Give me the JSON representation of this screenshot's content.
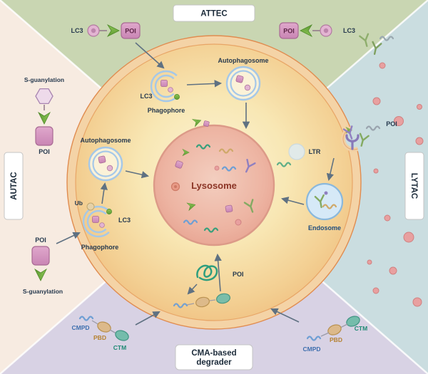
{
  "colors": {
    "quadrant_attec": "#c9d6b2",
    "quadrant_autac": "#f7ebe1",
    "quadrant_lytac": "#cadde0",
    "quadrant_cma": "#d8d2e4",
    "cell_membrane_band": "#f4d3a6",
    "cell_membrane_edge": "#e08c50",
    "cytoplasm_center": "#fcf4d6",
    "cytoplasm_edge": "#efbd7e",
    "lysosome_fill": "#edb4a2",
    "lysosome_stroke": "#dc9a88",
    "lysosome_text": "#8b3526",
    "membrane_blue": "#a5c8e8",
    "green_linker": "#76b043",
    "poi_pink": "#d898c4",
    "endosome_fill": "#d6e9f7",
    "cmpd_blue": "#6f9fd4",
    "pbd_tan": "#dcb98a",
    "ctm_teal": "#74bcab",
    "arrow_gray": "#5f7182"
  },
  "titles": {
    "attec": "ATTEC",
    "autac": "AUTAC",
    "lytac": "LYTAC",
    "cma_line1": "CMA-based",
    "cma_line2": "degrader"
  },
  "attec": {
    "left_lc3": "LC3",
    "left_poi": "POI",
    "right_poi": "POI",
    "right_lc3": "LC3",
    "phagophore_lc3": "LC3",
    "phagophore": "Phagophore",
    "autophagosome": "Autophagosome"
  },
  "autac": {
    "top_sguanylation": "S-guanylation",
    "top_poi": "POI",
    "bottom_poi": "POI",
    "bottom_sguanylation": "S-guanylation",
    "autophagosome": "Autophagosome",
    "phagophore": "Phagophore",
    "phagophore_lc3": "LC3",
    "phagophore_ub": "Ub"
  },
  "lytac": {
    "poi": "POI",
    "ltr": "LTR",
    "endosome": "Endosome"
  },
  "cma": {
    "poi": "POI",
    "left": {
      "cmpd": "CMPD",
      "pbd": "PBD",
      "ctm": "CTM"
    },
    "right": {
      "ctm": "CTM",
      "pbd": "PBD",
      "cmpd": "CMPD"
    }
  },
  "lysosome": {
    "label": "Lysosome"
  }
}
